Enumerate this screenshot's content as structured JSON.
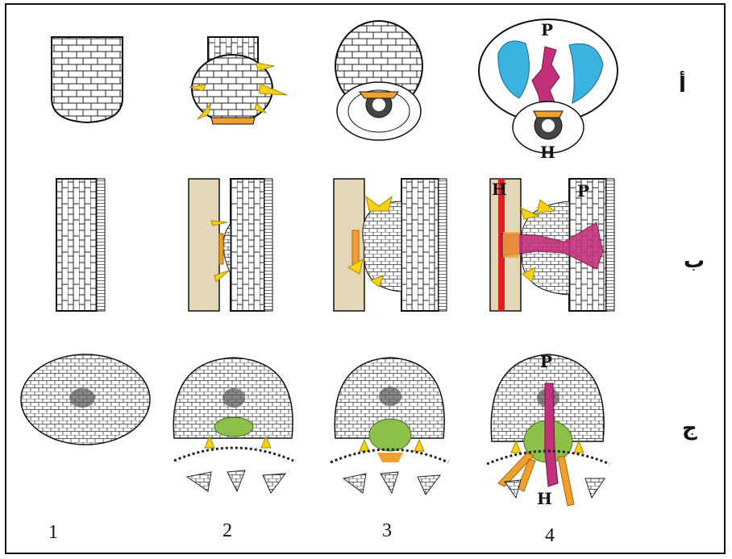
{
  "figure": {
    "row_labels": [
      "أ",
      "ب",
      "ج"
    ],
    "column_labels": [
      "1",
      "2",
      "3",
      "4"
    ],
    "markers": {
      "parasite": "P",
      "host": "H"
    }
  },
  "colors": {
    "cell_outline": "#222222",
    "haustoria_yellow": "#f5d21a",
    "orange_tissue": "#f0a030",
    "magenta_tissue": "#c2307a",
    "cyan_tissue": "#3bb3e0",
    "host_beige": "#e3d7b8",
    "host_red": "#e02020",
    "green_tissue": "#8cc04a"
  }
}
